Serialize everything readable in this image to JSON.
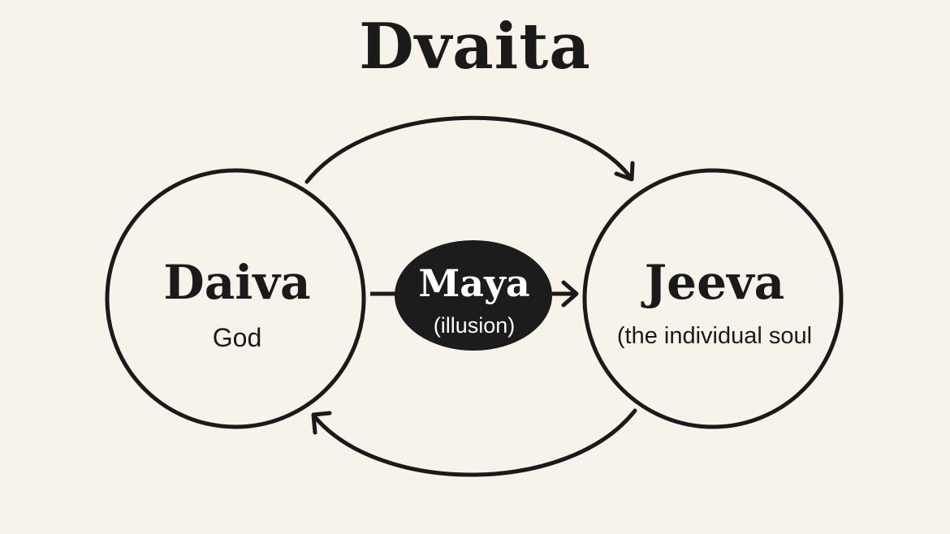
{
  "title": "Dvaita",
  "nodes": {
    "daiva": {
      "name": "Daiva",
      "subtitle": "God"
    },
    "maya": {
      "name": "Maya",
      "subtitle": "(illusion)"
    },
    "jeeva": {
      "name": "Jeeva",
      "subtitle": "(the individual soul"
    }
  },
  "colors": {
    "background": "#f8f3ea",
    "ink": "#1a1a1a",
    "maya_fill": "#1c1c1c",
    "maya_text": "#ffffff"
  }
}
